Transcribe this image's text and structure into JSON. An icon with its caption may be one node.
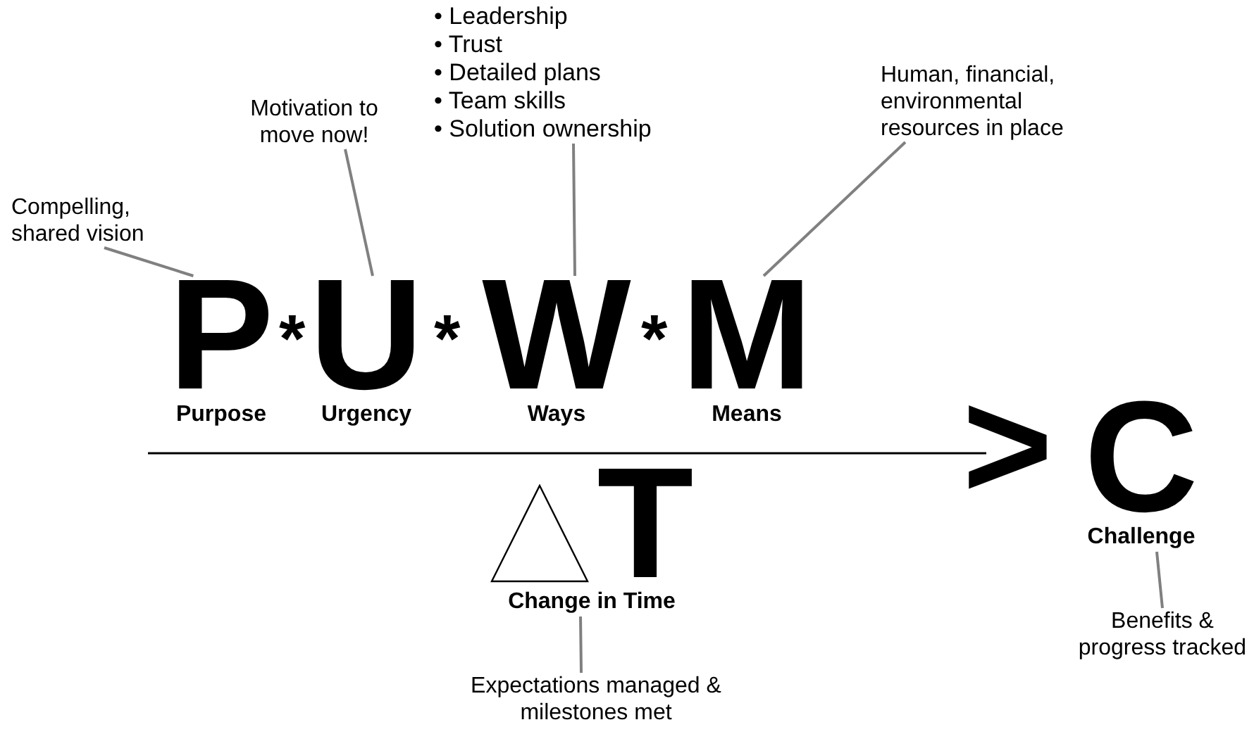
{
  "diagram": {
    "nodes": [
      {
        "text": [
          "Compelling, shared vision"
        ]
      },
      {
        "text": [
          "P",
          "Purpose"
        ]
      },
      {
        "text": [
          "Motivation to move now!"
        ]
      },
      {
        "text": [
          "U",
          "Urgency"
        ]
      },
      {
        "text": [
          "• Leadership",
          "• Trust",
          "• Detailed plans",
          "• Team skills",
          "• Solution ownership"
        ]
      },
      {
        "text": [
          "W",
          "Ways"
        ]
      },
      {
        "text": [
          "Human, financial, environmental resources in place"
        ]
      },
      {
        "text": [
          "M",
          "Means"
        ]
      },
      {
        "text": [
          "T",
          "Change in Time"
        ]
      },
      {
        "text": [
          "Expectations managed & milestones met"
        ]
      },
      {
        "text": [
          "C",
          "Challenge"
        ]
      },
      {
        "text": [
          "Benefits & progress tracked"
        ]
      }
    ],
    "edges": [
      {
        "from": 0,
        "to": 1,
        "arrow": "none"
      },
      {
        "from": 2,
        "to": 3,
        "arrow": "none"
      },
      {
        "from": 4,
        "to": 5,
        "arrow": "none"
      },
      {
        "from": 6,
        "to": 7,
        "arrow": "none"
      },
      {
        "from": 9,
        "to": 8,
        "arrow": "none"
      },
      {
        "from": 11,
        "to": 10,
        "arrow": "none"
      }
    ],
    "labels": [
      "*",
      "*",
      "*",
      ">"
    ]
  }
}
